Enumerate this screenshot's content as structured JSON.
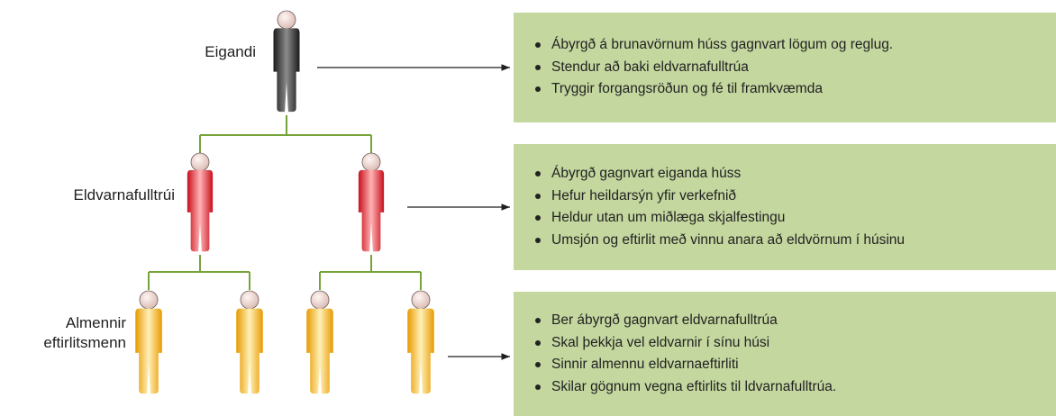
{
  "roles": {
    "owner": {
      "label": "Eigandi"
    },
    "fire_officer": {
      "label": "Eldvarnafulltrúi"
    },
    "inspectors": {
      "label_line1": "Almennir",
      "label_line2": "eftirlitsmenn"
    }
  },
  "boxes": {
    "owner": {
      "items": [
        "Ábyrgð á brunavörnum húss gagnvart lögum og reglug.",
        "Stendur að baki eldvarnafulltrúa",
        "Tryggir forgangsröðun og fé til framkvæmda"
      ]
    },
    "fire_officer": {
      "items": [
        "Ábyrgð gagnvart eiganda húss",
        "Hefur heildarsýn yfir verkefnið",
        "Heldur utan um miðlæga skjalfestingu",
        "Umsjón og eftirlit með vinnu anara að eldvörnum í húsinu"
      ]
    },
    "inspectors": {
      "items": [
        "Ber ábyrgð gagnvart eldvarnafulltrúa",
        "Skal þekkja vel eldvarnir í sínu húsi",
        "Sinnir almennu eldvarnaeftirliti",
        "Skilar gögnum vegna eftirlits til ldvarnafulltrúa."
      ]
    }
  },
  "colors": {
    "box_fill": "#c4d79f",
    "connector": "#77a33b",
    "owner_figure": "#3a3a3a",
    "officer_figure": "#e3323a",
    "inspector_figure": "#f3b21c",
    "head": "#f3ddd8"
  }
}
